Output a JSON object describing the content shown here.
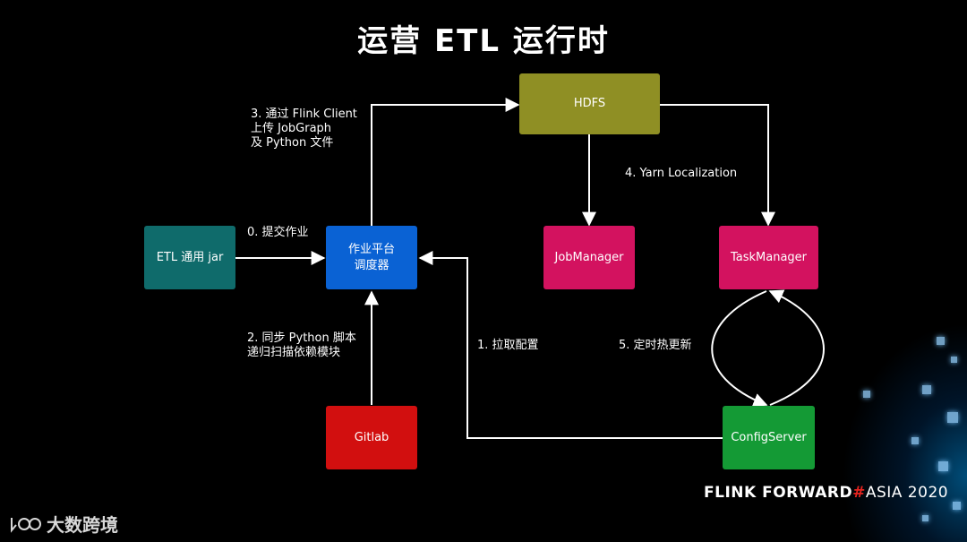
{
  "title": "运营 ETL 运行时",
  "nodes": {
    "etl_jar": "ETL 通用 jar",
    "scheduler": "作业平台\n调度器",
    "hdfs": "HDFS",
    "jobmanager": "JobManager",
    "taskmanager": "TaskManager",
    "gitlab": "Gitlab",
    "configserver": "ConfigServer"
  },
  "edges": {
    "submit": "0. 提交作业",
    "pull_config": "1. 拉取配置",
    "sync_python": "2. 同步 Python 脚本\n递归扫描依赖模块",
    "upload": "3. 通过 Flink Client\n上传 JobGraph\n及 Python 文件",
    "yarn": "4. Yarn Localization",
    "hot_update": "5. 定时热更新"
  },
  "branding": {
    "flink": "FLINK FORWARD",
    "hash": "#",
    "asia": "ASIA 2020",
    "watermark": "大数跨境"
  },
  "colors": {
    "etl_jar": "#0f6b6b",
    "scheduler": "#0a62d4",
    "hdfs": "#8f8f24",
    "jobmanager": "#d3125f",
    "taskmanager": "#d3125f",
    "gitlab": "#d20f0f",
    "configserver": "#149a35"
  }
}
